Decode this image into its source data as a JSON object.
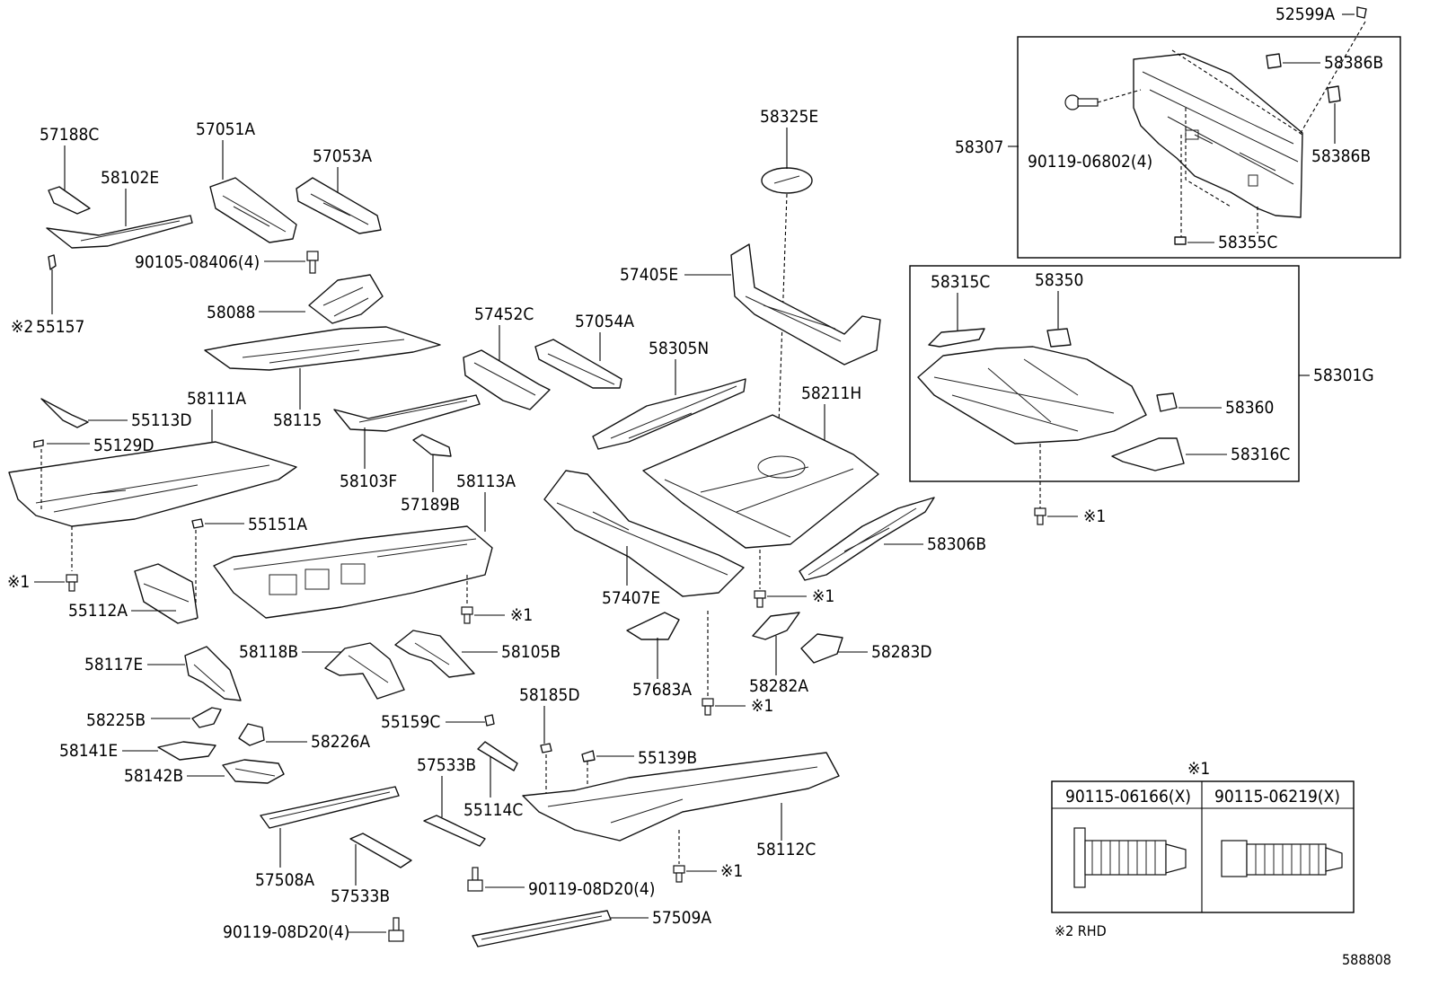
{
  "parts": {
    "p52599A": "52599A",
    "p58386B_1": "58386B",
    "p58386B_2": "58386B",
    "p58307": "58307",
    "p90119_06802": "90119-06802(4)",
    "p58355C": "58355C",
    "p58325E": "58325E",
    "p57188C": "57188C",
    "p57051A": "57051A",
    "p57053A": "57053A",
    "p58102E": "58102E",
    "p90105_08406": "90105-08406(4)",
    "p55157": "55157",
    "p58088": "58088",
    "p57452C": "57452C",
    "p57054A": "57054A",
    "p57405E": "57405E",
    "p58315C": "58315C",
    "p58350": "58350",
    "p58301G": "58301G",
    "p58305N": "58305N",
    "p58211H": "58211H",
    "p58360": "58360",
    "p58316C": "58316C",
    "p58115": "58115",
    "p55113D": "55113D",
    "p58111A": "58111A",
    "p55129D": "55129D",
    "p58103F": "58103F",
    "p57189B": "57189B",
    "p58113A": "58113A",
    "p58306B": "58306B",
    "p55151A": "55151A",
    "p55112A": "55112A",
    "p57407E": "57407E",
    "p58117E": "58117E",
    "p58118B": "58118B",
    "p58105B": "58105B",
    "p57683A": "57683A",
    "p58282A": "58282A",
    "p58283D": "58283D",
    "p58225B": "58225B",
    "p58185D": "58185D",
    "p55159C": "55159C",
    "p58226A": "58226A",
    "p58141E": "58141E",
    "p55139B": "55139B",
    "p58142B": "58142B",
    "p57533B_1": "57533B",
    "p55114C": "55114C",
    "p58112C": "58112C",
    "p57508A": "57508A",
    "p57533B_2": "57533B",
    "p90119_08D20_1": "90119-08D20(4)",
    "p90119_08D20_2": "90119-08D20(4)",
    "p57509A": "57509A"
  },
  "marks": {
    "note1": "※1",
    "note2_prefix": "※2",
    "note2_rhd": "※2 RHD"
  },
  "fastener_table": {
    "title": "※1",
    "col1": "90115-06166(X)",
    "col2": "90115-06219(X)"
  },
  "diagram_id": "588808"
}
